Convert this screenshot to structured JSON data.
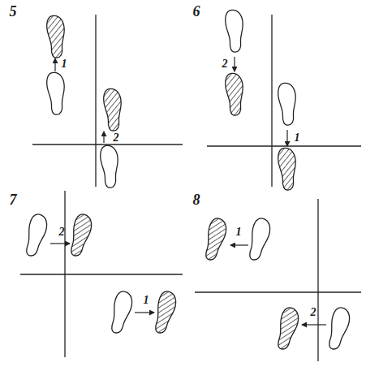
{
  "diagram": {
    "labels": [
      "5",
      "1",
      "2",
      "6",
      "2",
      "1",
      "7",
      "2",
      "1",
      "8",
      "1",
      "2"
    ]
  }
}
